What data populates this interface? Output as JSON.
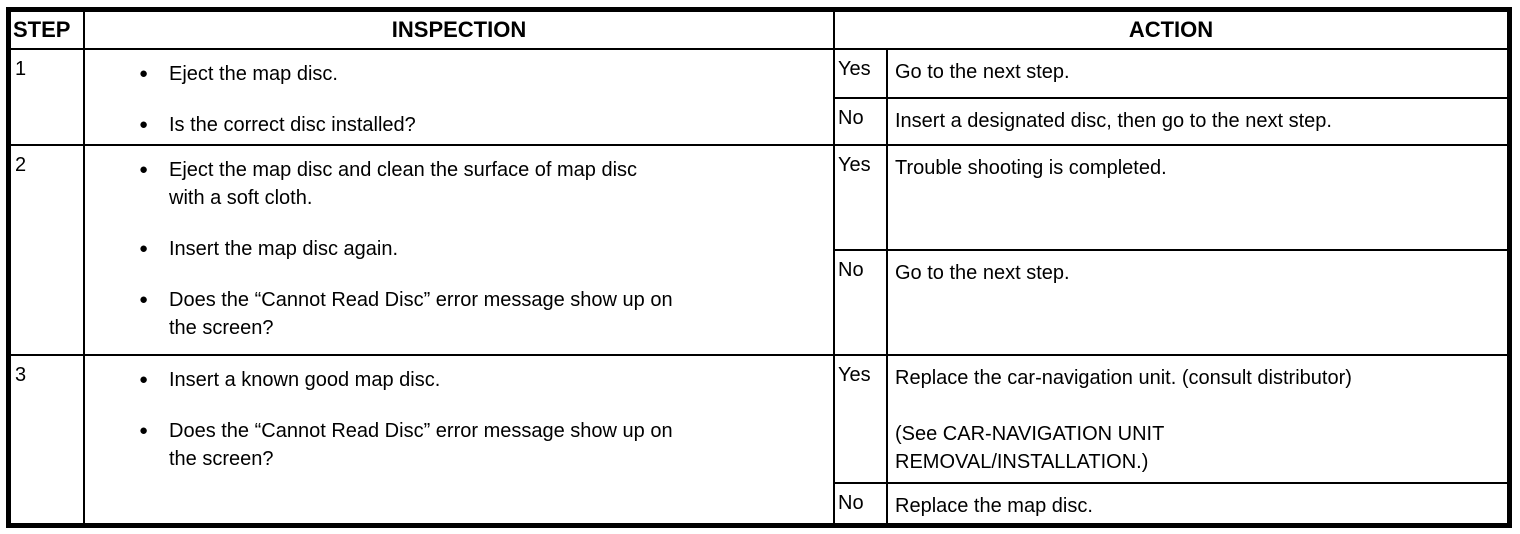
{
  "colors": {
    "background": "#ffffff",
    "border": "#000000",
    "text": "#000000"
  },
  "icons": {
    "bullet": "●"
  },
  "table": {
    "columns": {
      "step": "STEP",
      "inspection": "INSPECTION",
      "action": "ACTION"
    },
    "rows": [
      {
        "step": "1",
        "inspection": [
          "Eject the map disc.",
          "Is the correct disc installed?"
        ],
        "branches": [
          {
            "answer": "Yes",
            "action_lines": [
              "Go to the next step."
            ]
          },
          {
            "answer": "No",
            "action_lines": [
              "Insert a designated disc, then go to the next step."
            ]
          }
        ]
      },
      {
        "step": "2",
        "inspection": [
          "Eject the map disc and clean the surface of map disc\nwith a soft cloth.",
          "Insert the map disc again.",
          "Does the “Cannot Read Disc” error message show up on\nthe screen?"
        ],
        "branches": [
          {
            "answer": "Yes",
            "action_lines": [
              "Trouble shooting is completed."
            ]
          },
          {
            "answer": "No",
            "action_lines": [
              "Go to the next step."
            ]
          }
        ]
      },
      {
        "step": "3",
        "inspection": [
          "Insert a known good map disc.",
          "Does the “Cannot Read Disc” error message show up on\nthe screen?"
        ],
        "branches": [
          {
            "answer": "Yes",
            "action_lines": [
              "Replace the car-navigation unit. (consult distributor)",
              "(See CAR-NAVIGATION UNIT\nREMOVAL/INSTALLATION.)"
            ]
          },
          {
            "answer": "No",
            "action_lines": [
              "Replace the map disc."
            ]
          }
        ]
      }
    ]
  }
}
